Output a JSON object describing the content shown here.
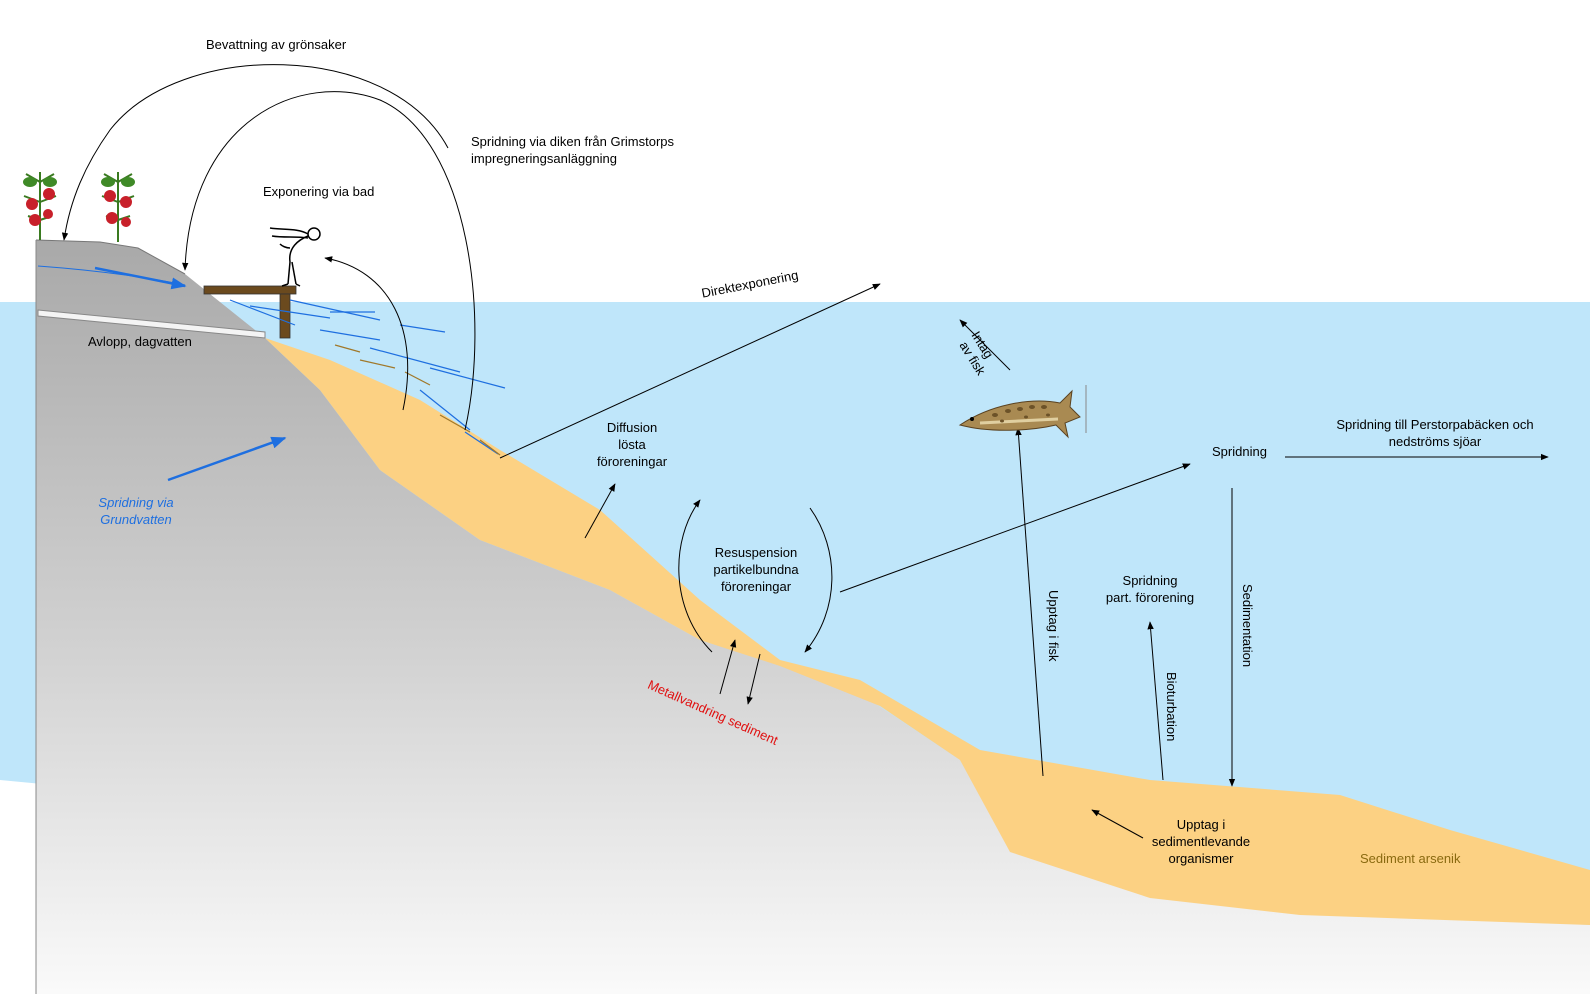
{
  "labels": {
    "irrigation": "Bevattning av grönsaker",
    "ditch_spread_1": "Spridning via diken från Grimstorps",
    "ditch_spread_2": "impregneringsanläggning",
    "bathing": "Exponering via bad",
    "direct": "Direktexponering",
    "fish_intake_1": "Intag",
    "fish_intake_2": "av fisk",
    "sewage": "Avlopp, dagvatten",
    "groundwater_1": "Spridning via",
    "groundwater_2": "Grundvatten",
    "diffusion_1": "Diffusion",
    "diffusion_2": "lösta",
    "diffusion_3": "föroreningar",
    "resuspension_1": "Resuspension",
    "resuspension_2": "partikelbundna",
    "resuspension_3": "föroreningar",
    "metal_migration": "Metallvandring sediment",
    "spreading": "Spridning",
    "spread_downstream_1": "Spridning till Perstorpabäcken och",
    "spread_downstream_2": "nedströms sjöar",
    "fish_uptake": "Upptag i fisk",
    "particle_spread_1": "Spridning",
    "particle_spread_2": "part. förorening",
    "bioturbation": "Bioturbation",
    "sedimentation": "Sedimentation",
    "organism_uptake_1": "Upptag i",
    "organism_uptake_2": "sedimentlevande",
    "organism_uptake_3": "organismer",
    "sediment_arsenic": "Sediment arsenik"
  },
  "colors": {
    "water": "#bfe6fa",
    "sediment": "#fcd183",
    "ground_top": "#aaaaaa",
    "ground_bottom": "#f8f8f8",
    "groundwater_arrow": "#1e6fe0",
    "metal_text": "#e01010",
    "sediment_text": "#8a6a10",
    "dock": "#6b4a1e"
  },
  "icons": [
    "tomato-plant-icon",
    "swimmer-icon",
    "pike-fish-icon"
  ]
}
